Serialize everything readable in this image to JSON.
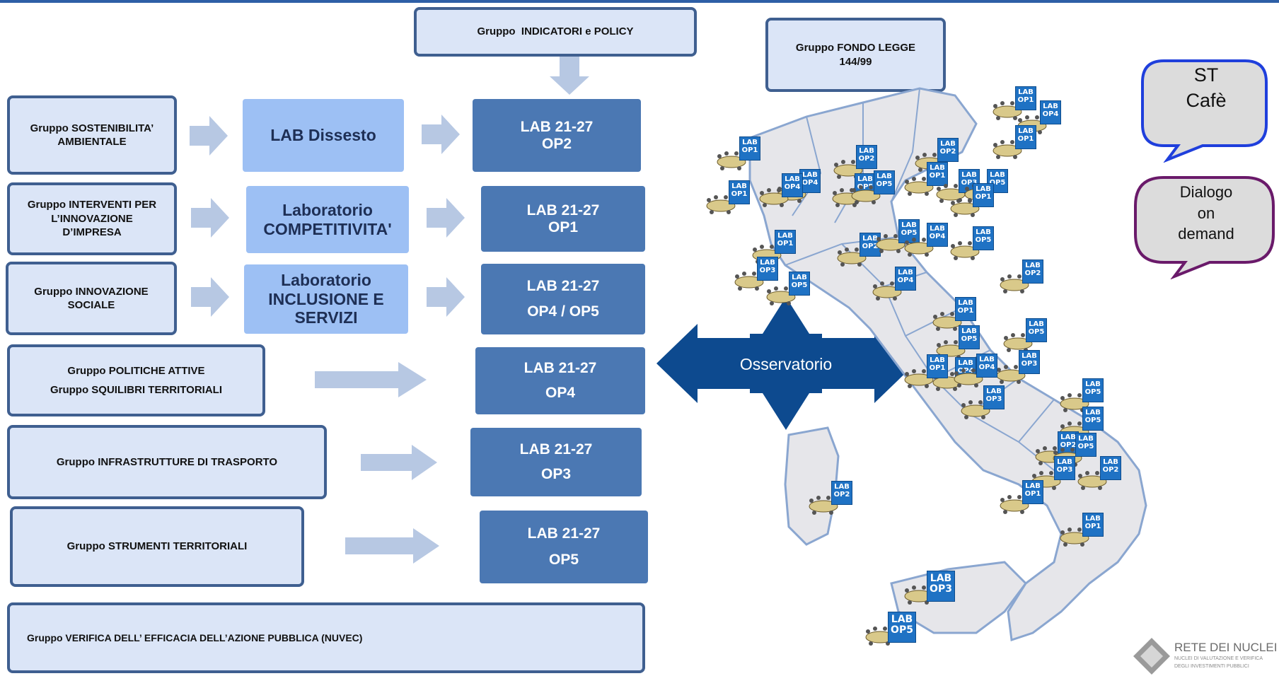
{
  "top_group": "Gruppo  INDICATORI e POLICY",
  "fondo_group": [
    "Gruppo FONDO LEGGE",
    "144/99"
  ],
  "rows": [
    {
      "group": [
        "Gruppo SOSTENIBILITA’",
        "AMBIENTALE"
      ],
      "lab": [
        "LAB Dissesto"
      ],
      "op": [
        "LAB 21-27",
        "OP2"
      ]
    },
    {
      "group": [
        "Gruppo INTERVENTI PER",
        "L’INNOVAZIONE",
        "D’IMPRESA"
      ],
      "lab": [
        "Laboratorio",
        "COMPETITIVITA'"
      ],
      "op": [
        "LAB 21-27",
        "OP1"
      ]
    },
    {
      "group": [
        "Gruppo INNOVAZIONE",
        "SOCIALE"
      ],
      "lab": [
        "Laboratorio",
        "INCLUSIONE E",
        "SERVIZI"
      ],
      "op": [
        "LAB 21-27",
        "OP4 / OP5"
      ]
    },
    {
      "group": [
        "Gruppo POLITICHE ATTIVE",
        "Gruppo SQUILIBRI TERRITORIALI"
      ],
      "op": [
        "LAB 21-27",
        "OP4"
      ]
    },
    {
      "group": [
        "Gruppo INFRASTRUTTURE DI TRASPORTO"
      ],
      "op": [
        "LAB 21-27",
        "OP3"
      ]
    },
    {
      "group": [
        "Gruppo STRUMENTI TERRITORIALI"
      ],
      "op": [
        "LAB 21-27",
        "OP5"
      ]
    }
  ],
  "nuvec_group": "Gruppo VERIFICA DELL’ EFFICACIA DELL’AZIONE PUBBLICA (NUVEC)",
  "osservatorio": "Osservatorio",
  "st_cafe": [
    "ST",
    "Cafè"
  ],
  "dialogo": [
    "Dialogo",
    "on",
    "demand"
  ],
  "logo": {
    "title": "RETE DEI NUCLEI",
    "sub1": "NUCLEI DI VALUTAZIONE E VERIFICA",
    "sub2": "DEGLI INVESTIMENTI PUBBLICI"
  },
  "lab_badge_prefix": "LAB",
  "map_badges": [
    "OP1",
    "OP4",
    "OP1",
    "OP1",
    "OP4",
    "OP2",
    "OP2",
    "OP1",
    "OP3",
    "OP5",
    "OP1",
    "OP5",
    "OP4",
    "OP1",
    "OP5",
    "OP1",
    "OP2",
    "OP3",
    "OP5",
    "OP4",
    "OP5",
    "OP4",
    "OP5",
    "OP2",
    "OP1",
    "OP5",
    "OP4",
    "OP5",
    "OP3",
    "OP4",
    "OP1",
    "OP3",
    "OP5",
    "OP5",
    "OP2",
    "OP5",
    "OP3",
    "OP2",
    "OP1",
    "OP2",
    "OP3",
    "OP5",
    "OP1"
  ],
  "colors": {
    "group_fill": "#dbe5f7",
    "group_border": "#3f5f90",
    "lab_fill": "#9dc0f4",
    "op_fill": "#4b78b3",
    "osservatorio": "#0d4a8f",
    "arrow": "#b7c8e3"
  }
}
